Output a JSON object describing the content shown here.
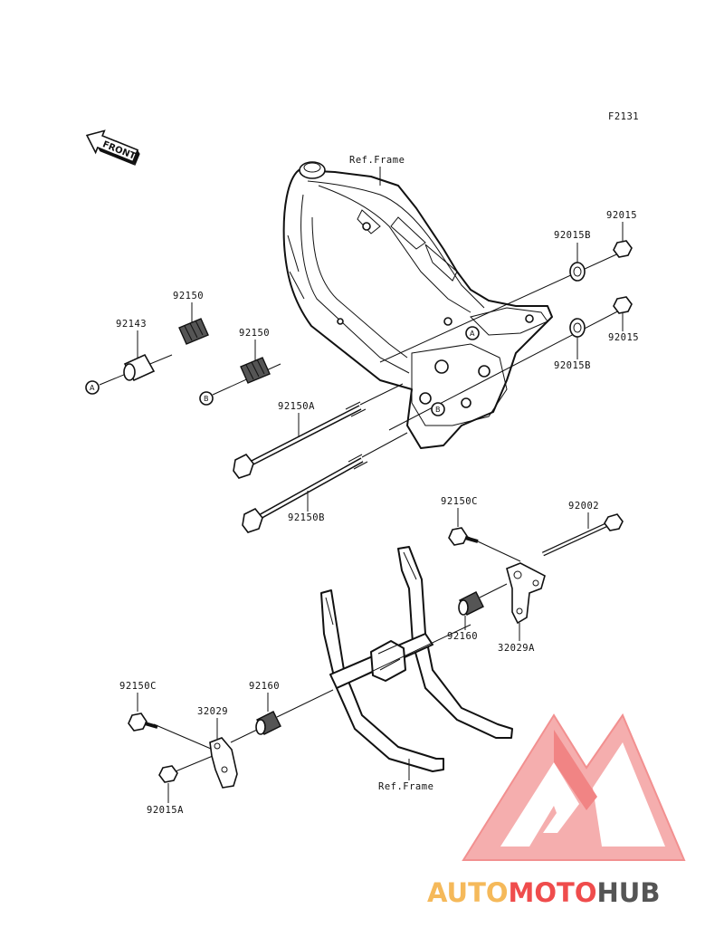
{
  "diagram_code": "F2131",
  "front_label": "FRONT",
  "ref_frame_top": "Ref.Frame",
  "ref_frame_bottom": "Ref.Frame",
  "circle_markers": [
    "A",
    "B",
    "A",
    "B"
  ],
  "parts": [
    "92015",
    "92015B",
    "92015",
    "92015B",
    "92150",
    "92143",
    "92150",
    "92150A",
    "92150B",
    "92150C",
    "92002",
    "92160",
    "32029A",
    "92150C",
    "32029",
    "92160",
    "92015A"
  ],
  "watermark": {
    "word_part1": "AUTO",
    "word_part2": "MOTO",
    "word_part3": "HUB",
    "color_orange": "#f5b95a",
    "color_red": "#ef4c4c",
    "color_gray": "#555555",
    "logo_color": "#f07d7d"
  }
}
